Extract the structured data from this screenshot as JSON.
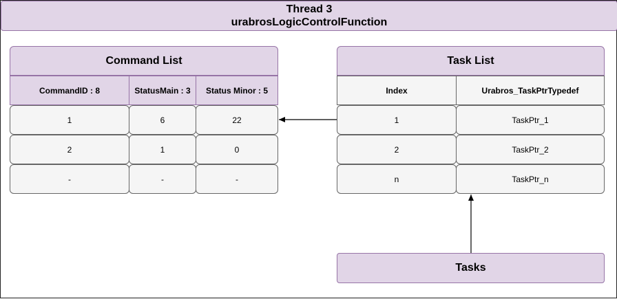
{
  "title": {
    "line1": "Thread 3",
    "line2": "urabrosLogicControlFunction"
  },
  "command_list": {
    "header": "Command List",
    "columns": [
      "CommandID : 8",
      "StatusMain : 3",
      "Status Minor : 5"
    ],
    "rows": [
      [
        "1",
        "6",
        "22"
      ],
      [
        "2",
        "1",
        "0"
      ],
      [
        "-",
        "-",
        "-"
      ]
    ]
  },
  "task_list": {
    "header": "Task List",
    "columns": [
      "Index",
      "Urabros_TaskPtrTypedef"
    ],
    "rows": [
      [
        "1",
        "TaskPtr_1"
      ],
      [
        "2",
        "TaskPtr_2"
      ],
      [
        "n",
        "TaskPtr_n"
      ]
    ]
  },
  "tasks": {
    "label": "Tasks"
  },
  "colors": {
    "purple_fill": "#e1d5e7",
    "purple_stroke": "#9673a6",
    "grey_fill": "#f5f5f5",
    "grey_stroke": "#666666",
    "arrow": "#000000"
  }
}
